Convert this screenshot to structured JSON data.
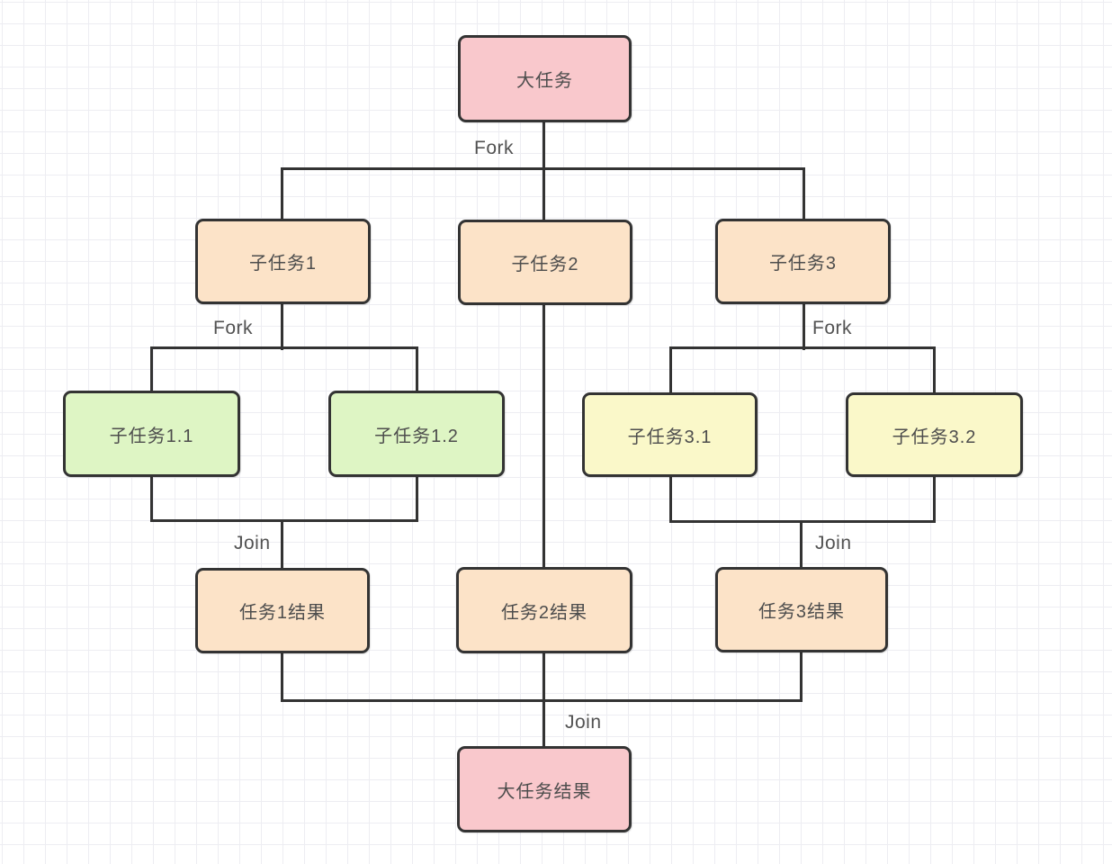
{
  "diagram": {
    "nodes": {
      "big_task": {
        "label": "大任务",
        "color": "pink"
      },
      "subtask1": {
        "label": "子任务1",
        "color": "orange"
      },
      "subtask2": {
        "label": "子任务2",
        "color": "orange"
      },
      "subtask3": {
        "label": "子任务3",
        "color": "orange"
      },
      "subtask1_1": {
        "label": "子任务1.1",
        "color": "green"
      },
      "subtask1_2": {
        "label": "子任务1.2",
        "color": "green"
      },
      "subtask3_1": {
        "label": "子任务3.1",
        "color": "yellow"
      },
      "subtask3_2": {
        "label": "子任务3.2",
        "color": "yellow"
      },
      "result1": {
        "label": "任务1结果",
        "color": "orange"
      },
      "result2": {
        "label": "任务2结果",
        "color": "orange"
      },
      "result3": {
        "label": "任务3结果",
        "color": "orange"
      },
      "big_result": {
        "label": "大任务结果",
        "color": "pink"
      }
    },
    "edge_labels": {
      "fork_top": "Fork",
      "fork_subtask1": "Fork",
      "fork_subtask3": "Fork",
      "join_subtask1": "Join",
      "join_subtask3": "Join",
      "join_bottom": "Join"
    },
    "edges": [
      {
        "from": "big_task",
        "to": "subtask1",
        "label": "Fork"
      },
      {
        "from": "big_task",
        "to": "subtask2",
        "label": "Fork"
      },
      {
        "from": "big_task",
        "to": "subtask3",
        "label": "Fork"
      },
      {
        "from": "subtask1",
        "to": "subtask1_1",
        "label": "Fork"
      },
      {
        "from": "subtask1",
        "to": "subtask1_2",
        "label": "Fork"
      },
      {
        "from": "subtask3",
        "to": "subtask3_1",
        "label": "Fork"
      },
      {
        "from": "subtask3",
        "to": "subtask3_2",
        "label": "Fork"
      },
      {
        "from": "subtask1_1",
        "to": "result1",
        "label": "Join"
      },
      {
        "from": "subtask1_2",
        "to": "result1",
        "label": "Join"
      },
      {
        "from": "subtask2",
        "to": "result2",
        "label": ""
      },
      {
        "from": "subtask3_1",
        "to": "result3",
        "label": "Join"
      },
      {
        "from": "subtask3_2",
        "to": "result3",
        "label": "Join"
      },
      {
        "from": "result1",
        "to": "big_result",
        "label": "Join"
      },
      {
        "from": "result2",
        "to": "big_result",
        "label": "Join"
      },
      {
        "from": "result3",
        "to": "big_result",
        "label": "Join"
      }
    ],
    "colors": {
      "pink": "#f9c8cc",
      "orange": "#fce3c8",
      "green": "#def5c4",
      "yellow": "#faf8c9",
      "border": "#333333",
      "line": "#333333",
      "text": "#4d4d4d",
      "label": "#525252",
      "grid": "#ededf2",
      "background": "#ffffff"
    }
  }
}
